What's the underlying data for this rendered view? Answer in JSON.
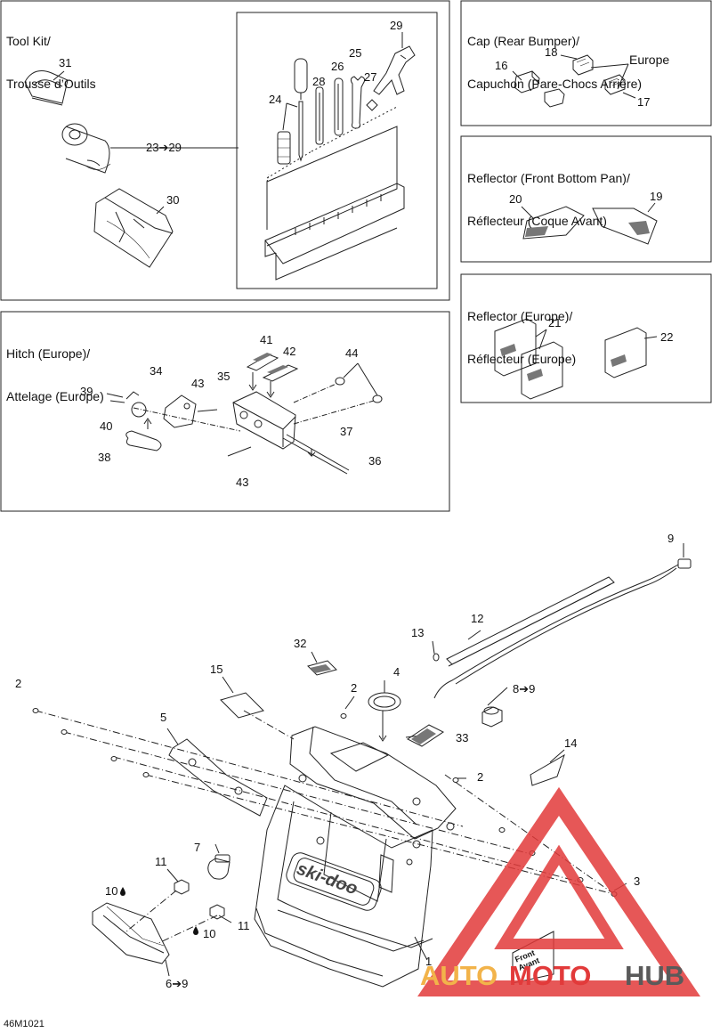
{
  "panels": {
    "toolkit": {
      "title_line1": "Tool Kit/",
      "title_line2": "Trousse d’Outils"
    },
    "cap": {
      "title_line1": "Cap (Rear Bumper)/",
      "title_line2": "Capuchon (Pare-Chocs Arrière)",
      "europe": "Europe"
    },
    "reflector_front": {
      "title_line1": "Reflector (Front Bottom Pan)/",
      "title_line2": "Réflecteur (Coque Avant)"
    },
    "reflector_europe": {
      "title_line1": "Reflector (Europe)/",
      "title_line2": "Réflecteur (Europe)"
    },
    "hitch": {
      "title_line1": "Hitch (Europe)/",
      "title_line2": "Attelage (Europe)"
    }
  },
  "callouts": {
    "c31": "31",
    "c23_29": "23➔29",
    "c30": "30",
    "c29": "29",
    "c25": "25",
    "c26": "26",
    "c28": "28",
    "c24": "24",
    "c27": "27",
    "c18": "18",
    "c16": "16",
    "c17": "17",
    "c20": "20",
    "c19": "19",
    "c21": "21",
    "c22": "22",
    "c41": "41",
    "c42": "42",
    "c44": "44",
    "c34": "34",
    "c43a": "43",
    "c35": "35",
    "c39": "39",
    "c40": "40",
    "c37": "37",
    "c38": "38",
    "c36": "36",
    "c43b": "43",
    "c9": "9",
    "c12": "12",
    "c13": "13",
    "c32": "32",
    "c4": "4",
    "c15": "15",
    "c2a": "2",
    "c2b": "2",
    "c8_9": "8➔9",
    "c2c": "2",
    "c5": "5",
    "c33": "33",
    "c14": "14",
    "c7": "7",
    "c11a": "11",
    "c3": "3",
    "c10a": "10",
    "c11b": "11",
    "c10b": "10",
    "c1": "1",
    "c6_9": "6➔9"
  },
  "labels": {
    "front_line1": "Front",
    "front_line2": "Avant",
    "logo": "ski-doo"
  },
  "diagram_code": "46M1021",
  "watermark": {
    "part1": "AUTO",
    "part2": "MOTO",
    "part3": "HUB"
  },
  "colors": {
    "line": "#222222",
    "watermark_red": "#e23a3a",
    "watermark_orange": "#f2b34a",
    "watermark_gray": "#5a5a5a"
  }
}
